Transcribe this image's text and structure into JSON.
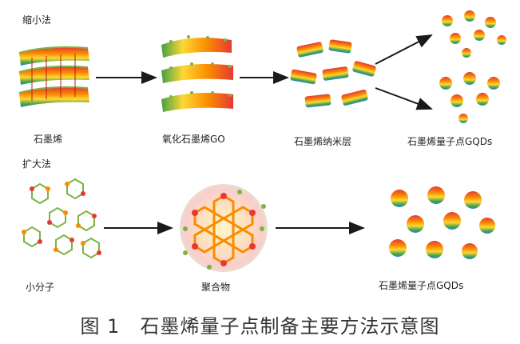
{
  "top": {
    "method_title": "缩小法",
    "labels": {
      "graphene": "石墨烯",
      "go": "氧化石墨烯GO",
      "nanosheet": "石墨烯纳米层",
      "gqds": "石墨烯量子点GQDs"
    }
  },
  "bottom": {
    "method_title": "扩大法",
    "labels": {
      "small_molecule": "小分子",
      "polymer": "聚合物",
      "gqds": "石墨烯量子点GQDs"
    }
  },
  "caption": "图 1　石墨烯量子点制备主要方法示意图",
  "colors": {
    "arrow": "#1a1a1a",
    "sheet_top": "#e53935",
    "sheet_mid": "#fdd835",
    "sheet_low": "#43a047",
    "sheet_edge": "#1e88e5",
    "atom_red": "#e53935",
    "atom_orange": "#fb8c00",
    "atom_green": "#7cb342",
    "atom_teal": "#26a69a"
  }
}
